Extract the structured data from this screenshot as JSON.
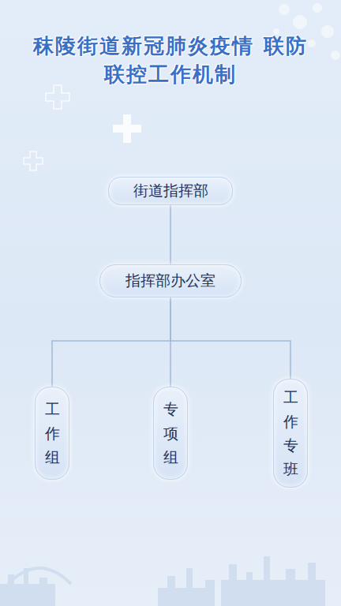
{
  "diagram": {
    "title": "秣陵街道新冠肺炎疫情 联防联控工作机制",
    "nodes": [
      {
        "text": [
          "街道指挥部"
        ]
      },
      {
        "text": [
          "指挥部办公室"
        ]
      },
      {
        "text": [
          "工作组"
        ]
      },
      {
        "text": [
          "专项组"
        ]
      },
      {
        "text": [
          "工作专班"
        ]
      }
    ],
    "edges": [
      {
        "from": 0,
        "to": 1,
        "arrow": "none"
      },
      {
        "from": 1,
        "to": 2,
        "arrow": "none"
      },
      {
        "from": 1,
        "to": 3,
        "arrow": "none"
      },
      {
        "from": 1,
        "to": 4,
        "arrow": "none"
      }
    ]
  }
}
